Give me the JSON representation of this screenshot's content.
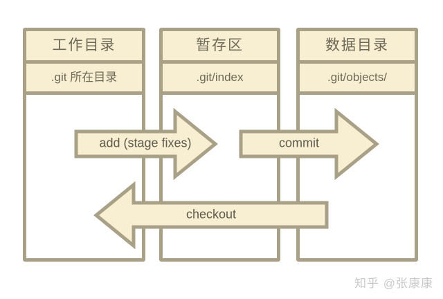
{
  "diagram": {
    "columns": [
      {
        "title": "工作目录",
        "subtitle": ".git 所在目录"
      },
      {
        "title": "暂存区",
        "subtitle": ".git/index"
      },
      {
        "title": "数据目录",
        "subtitle": ".git/objects/"
      }
    ],
    "arrows": [
      {
        "label": "add (stage fixes)",
        "direction": "right",
        "from": "工作目录",
        "to": "暂存区"
      },
      {
        "label": "commit",
        "direction": "right",
        "from": "暂存区",
        "to": "数据目录"
      },
      {
        "label": "checkout",
        "direction": "left",
        "from": "数据目录",
        "to": "工作目录"
      }
    ],
    "colors": {
      "line": "#a9a088",
      "fill": "#f8efd2",
      "text": "#6e6859",
      "label": "#5f5a4e",
      "watermark": "#c9c9c9"
    }
  },
  "watermark": {
    "text": "知乎 @张康康"
  }
}
